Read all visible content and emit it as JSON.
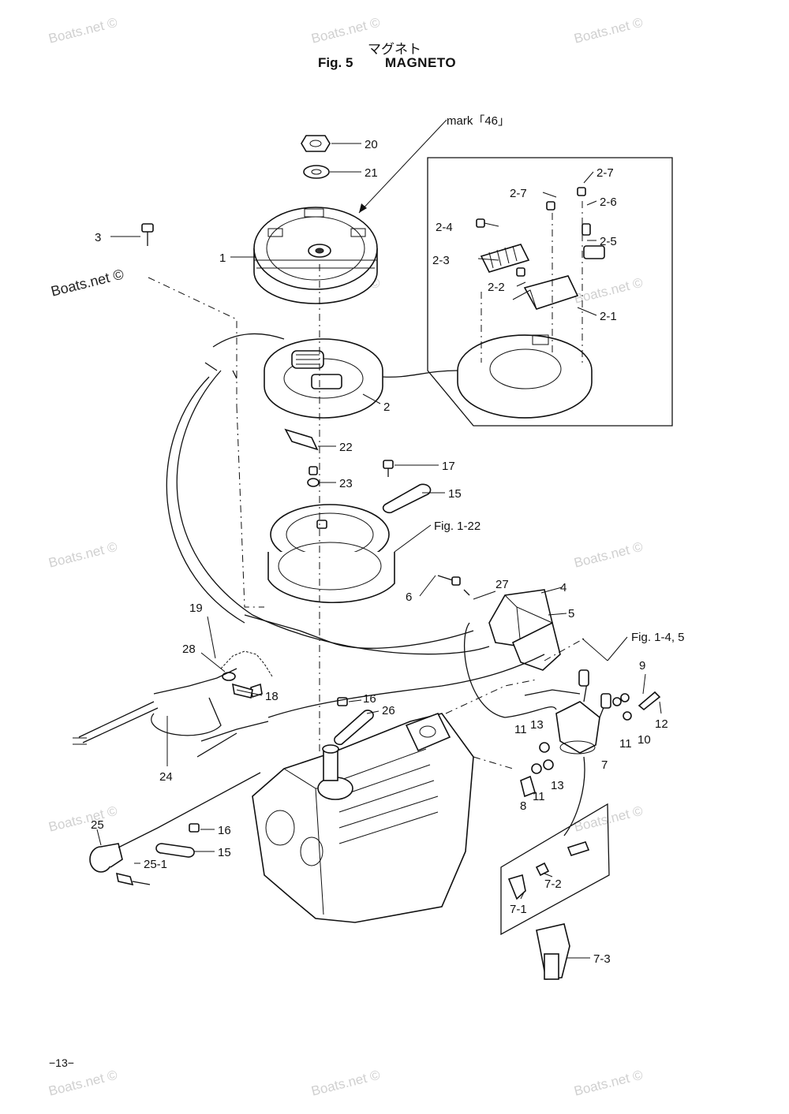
{
  "header": {
    "title_jp": "マグネト",
    "fig_label": "Fig. 5",
    "title": "MAGNETO"
  },
  "watermark": "Boats.net ©",
  "mark_label": "mark「46」",
  "page_number": "−13−",
  "callouts": {
    "c1": "1",
    "c2": "2",
    "c2_1": "2-1",
    "c2_2": "2-2",
    "c2_3": "2-3",
    "c2_4": "2-4",
    "c2_5": "2-5",
    "c2_6": "2-6",
    "c2_7a": "2-7",
    "c2_7b": "2-7",
    "c3": "3",
    "c4": "4",
    "c5": "5",
    "c6": "6",
    "c7": "7",
    "c7_1": "7-1",
    "c7_2": "7-2",
    "c7_3": "7-3",
    "c8": "8",
    "c9": "9",
    "c10": "10",
    "c11a": "11",
    "c11b": "11",
    "c11c": "11",
    "c12": "12",
    "c13a": "13",
    "c13b": "13",
    "c15a": "15",
    "c15b": "15",
    "c16a": "16",
    "c16b": "16",
    "c17": "17",
    "c18": "18",
    "c19": "19",
    "c20": "20",
    "c21": "21",
    "c22": "22",
    "c23": "23",
    "c24": "24",
    "c25": "25",
    "c25_1": "25-1",
    "c26": "26",
    "c27": "27",
    "c28": "28",
    "fig_1_22": "Fig. 1-22",
    "fig_1_4_5": "Fig. 1-4, 5"
  }
}
